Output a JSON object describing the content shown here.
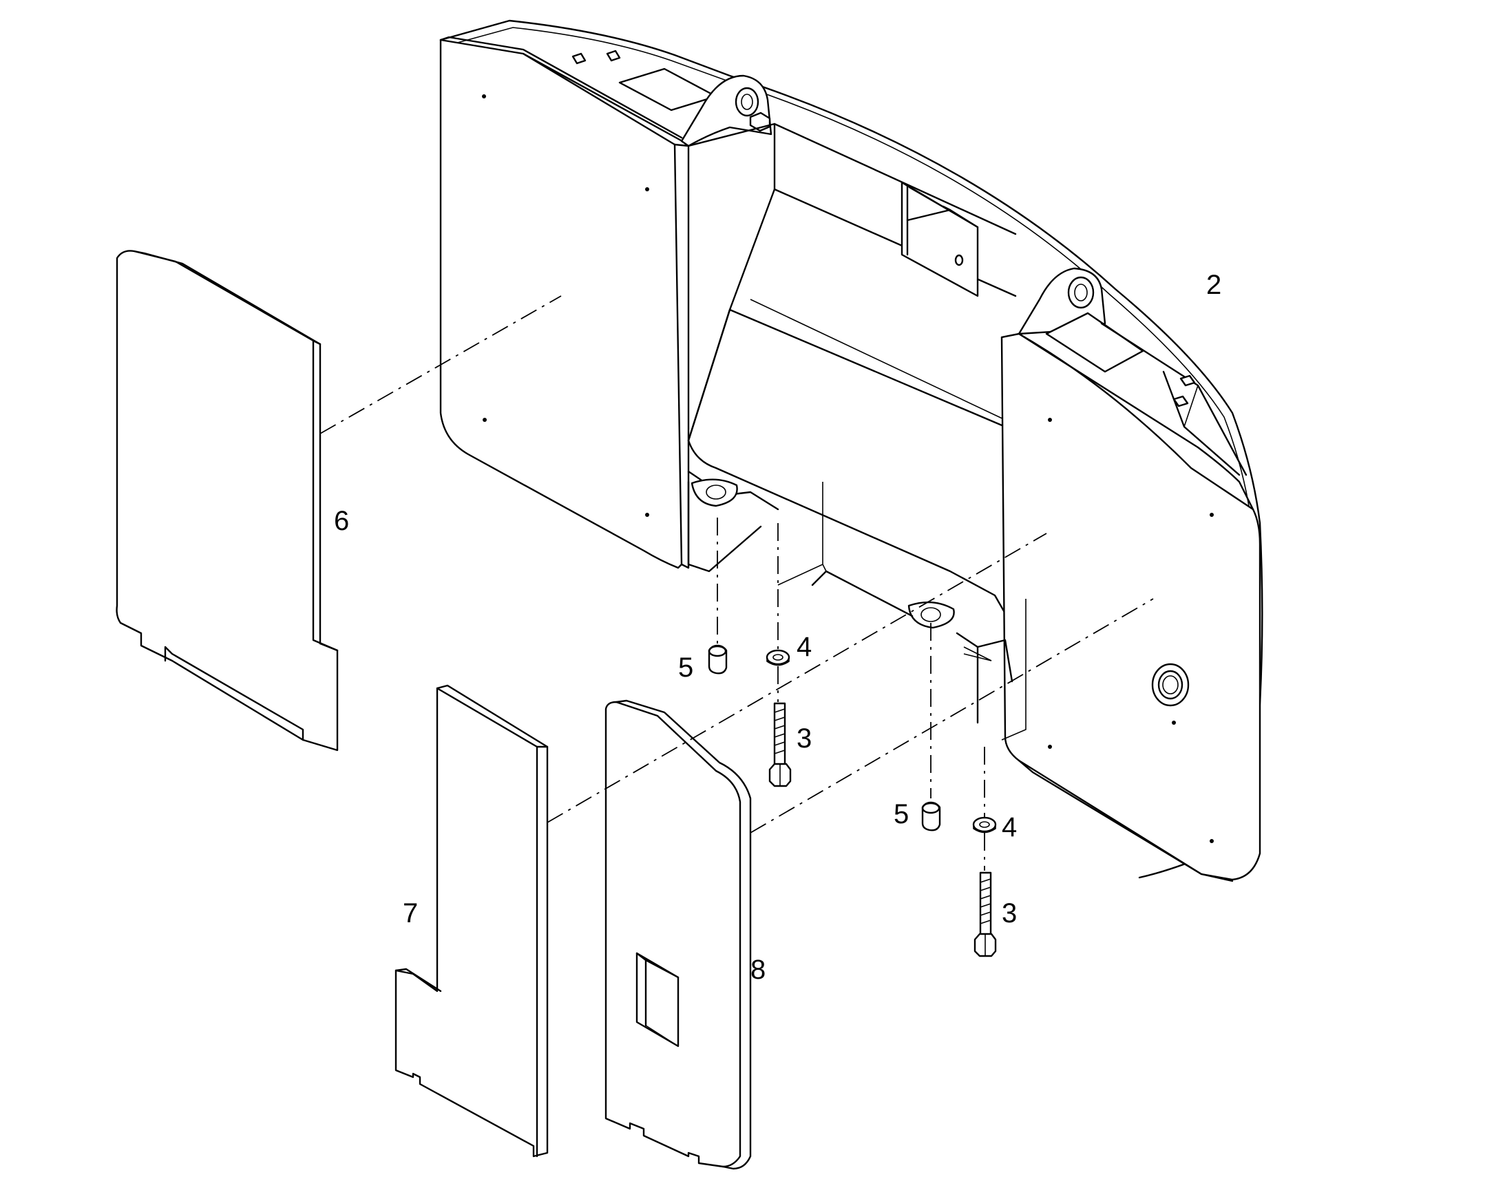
{
  "callouts": {
    "part_2": "2",
    "part_3a": "3",
    "part_3b": "3",
    "part_4a": "4",
    "part_4b": "4",
    "part_5a": "5",
    "part_5b": "5",
    "part_6": "6",
    "part_7": "7",
    "part_8": "8"
  }
}
